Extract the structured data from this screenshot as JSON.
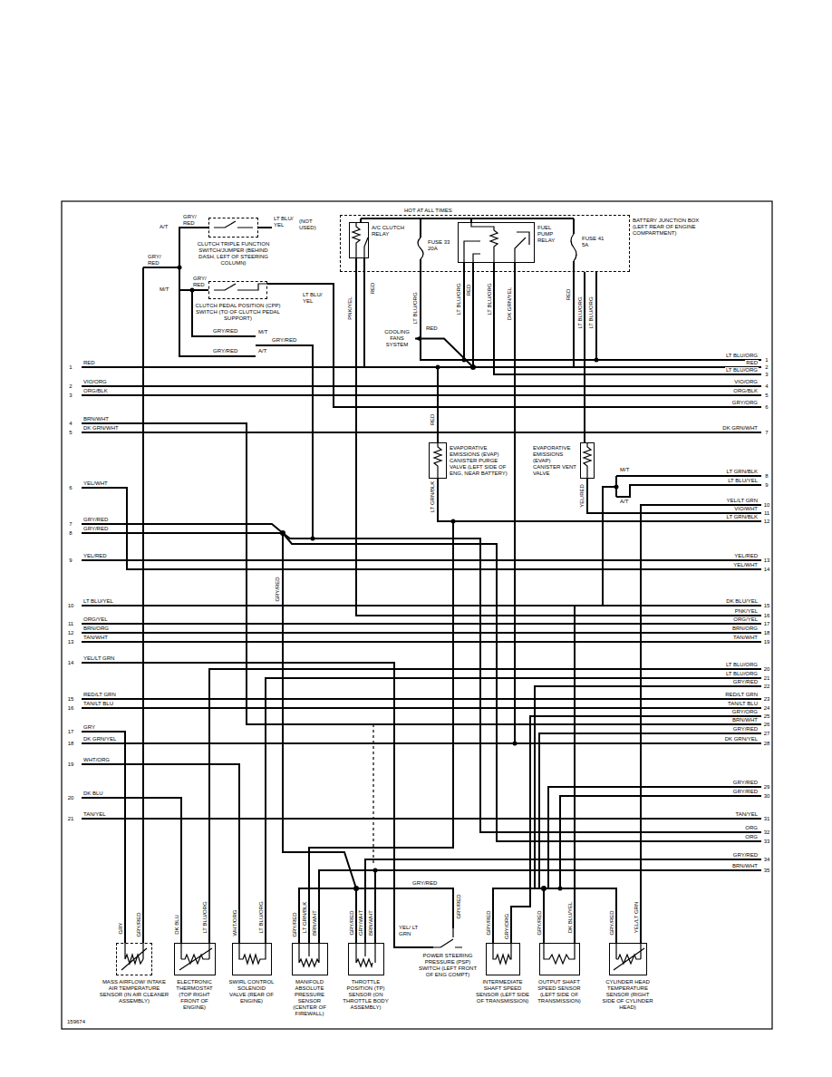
{
  "diagram": {
    "nodes": [
      {
        "text": [
          "CLUTCH TRIPLE FUNCTION SWITCH/JUMPER (BEHIND DASH, LEFT OF STEERING COLUMN)"
        ]
      },
      {
        "text": [
          "BATTERY JUNCTION BOX (LEFT REAR OF ENGINE COMPARTMENT)"
        ]
      },
      {
        "text": [
          "A/C CLUTCH RELAY"
        ],
        "in": 1
      },
      {
        "text": [
          "FUSE 33 20A"
        ],
        "in": 1
      },
      {
        "text": [
          "FUEL PUMP RELAY"
        ],
        "in": 1
      },
      {
        "text": [
          "FUSE 41 5A"
        ],
        "in": 1
      },
      {
        "text": [
          "CLUTCH PEDAL POSITION (CPP) SWITCH (TO OF CLUTCH PEDAL SUPPORT)"
        ]
      },
      {
        "text": [
          "COOLING FANS SYSTEM"
        ]
      },
      {
        "text": [
          "EVAPORATIVE EMISSIONS (EVAP) CANISTER PURGE VALVE (LEFT SIDE OF ENG, NEAR BATTERY)"
        ]
      },
      {
        "text": [
          "EVAPORATIVE EMISSIONS (EVAP) CANISTER VENT VALVE"
        ]
      },
      {
        "text": [
          "MASS AIRFLOW/ INTAKE AIR TEMPERATURE SENSOR (IN AIR CLEANER ASSEMBLY)"
        ]
      },
      {
        "text": [
          "ELECTRONIC THERMOSTAT (TOP RIGHT FRONT OF ENGINE)"
        ]
      },
      {
        "text": [
          "SWIRL CONTROL SOLENOID VALVE (REAR OF ENGINE)"
        ]
      },
      {
        "text": [
          "MANIFOLD ABSOLUTE PRESSURE SENSOR (CENTER OF FIREWALL)"
        ]
      },
      {
        "text": [
          "THROTTLE POSITION (TP) SENSOR (ON THROTTLE BODY ASSEMBLY)"
        ]
      },
      {
        "text": [
          "POWER STEERING PRESSURE (PSP) SWITCH (LEFT FRONT OF ENG COMPT)"
        ]
      },
      {
        "text": [
          "INTERMEDIATE SHAFT SPEED SENSOR (LEFT SIDE OF TRANSMISSION)"
        ]
      },
      {
        "text": [
          "OUTPUT SHAFT SPEED SENSOR (LEFT SIDE OF TRANSMISSION)"
        ]
      },
      {
        "text": [
          "CYLINDER HEAD TEMPERATURE SENSOR (RIGHT SIDE OF CYLINDER HEAD)"
        ]
      }
    ],
    "edges": [
      {
        "from": 0,
        "to": 6,
        "arrow": "none"
      },
      {
        "from": 5,
        "to": 7,
        "arrow": "to"
      },
      {
        "from": 5,
        "to": 8,
        "arrow": "none"
      },
      {
        "from": 14,
        "to": 15,
        "arrow": "none"
      },
      {
        "from": 16,
        "to": 17,
        "arrow": "none"
      }
    ],
    "labels": [
      "HOT AT ALL TIMES",
      "GRY/ RED",
      "LT BLU/ YEL",
      "(NOT USED)",
      "A/T",
      "GRY/ RED",
      "M/T",
      "GRY/ RED",
      "LT BLU/ YEL",
      "GRY/RED",
      "M/T",
      "GRY/RED",
      "GRY/RED",
      "A/T",
      "PNK/YEL",
      "RED",
      "LT BLU/ORG",
      "LT BLU/ORG",
      "RED",
      "LT BLU/ORG",
      "DK GRN/YEL",
      "RED",
      "LT BLU/ORG",
      "LT BLU/ORG",
      "RED",
      "RED",
      "LT GRN/BLK",
      "YEL/RED",
      "M/T",
      "A/T",
      "GRY/RED",
      "1",
      "RED",
      "2",
      "VIO/ORG",
      "3",
      "ORG/BLK",
      "4",
      "BRN/WHT",
      "5",
      "DK GRN/WHT",
      "6",
      "YEL/WHT",
      "7",
      "GRY/RED",
      "8",
      "GRY/RED",
      "9",
      "YEL/RED",
      "10",
      "LT BLU/YEL",
      "11",
      "ORG/YEL",
      "12",
      "BRN/ORG",
      "13",
      "TAN/WHT",
      "14",
      "YEL/LT GRN",
      "15",
      "RED/LT GRN",
      "16",
      "TAN/LT BLU",
      "17",
      "GRY",
      "18",
      "DK GRN/YEL",
      "19",
      "WHT/ORG",
      "20",
      "DK BLU",
      "21",
      "TAN/YEL",
      "1",
      "LT BLU/ORG",
      "2",
      "RED",
      "3",
      "LT BLU/ORG",
      "4",
      "VIO/ORG",
      "5",
      "ORG/BLK",
      "6",
      "GRY/ORG",
      "7",
      "DK GRN/WHT",
      "8",
      "LT GRN/BLK",
      "9",
      "LT BLU/YEL",
      "10",
      "YEL/LT GRN",
      "11",
      "VIO/WHT",
      "12",
      "LT GRN/BLK",
      "13",
      "YEL/RED",
      "14",
      "YEL/WHT",
      "15",
      "DK BLU/YEL",
      "16",
      "PNK/YEL",
      "17",
      "ORG/YEL",
      "18",
      "BRN/ORG",
      "19",
      "TAN/WHT",
      "20",
      "LT BLU/ORG",
      "21",
      "LT BLU/ORG",
      "22",
      "GRY/RED",
      "23",
      "RED/LT GRN",
      "24",
      "TAN/LT BLU",
      "25",
      "GRY/ORG",
      "26",
      "BRN/WHT",
      "27",
      "GRY/RED",
      "28",
      "DK GRN/YEL",
      "29",
      "GRY/RED",
      "30",
      "GRY/RED",
      "31",
      "TAN/YEL",
      "32",
      "ORG",
      "33",
      "ORG",
      "34",
      "GRY/RED",
      "35",
      "BRN/WHT",
      "GRY/RED",
      "YEL/ LT GRN",
      "GRY",
      "GRY/RED",
      "DK BLU",
      "LT BLU/ORG",
      "WHT/ORG",
      "LT BLU/ORG",
      "GRY/RED",
      "LT GRN/BLK",
      "BRN/WHT",
      "GRY/RED",
      "GRY/WHT",
      "BRN/WHT",
      "GRY/RED",
      "GRY/RED",
      "GRY/ORG",
      "GRY/RED",
      "DK BLU/YEL",
      "GRY/RED",
      "YEL/LT GRN",
      "159674"
    ]
  }
}
